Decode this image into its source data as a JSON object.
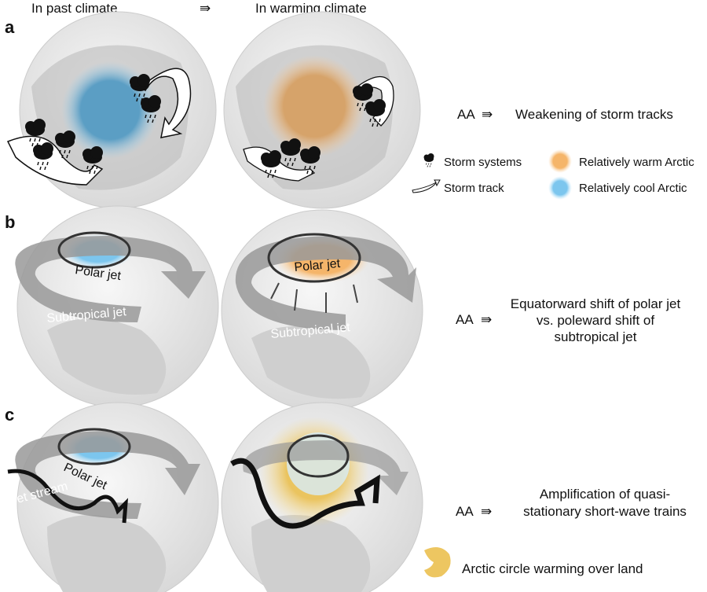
{
  "header": {
    "past": "In past climate",
    "arrow": "⇛",
    "warming": "In warming climate"
  },
  "colors": {
    "warm": "#f5b56a",
    "cool": "#8fd2f5",
    "globe": "#eeeeee",
    "land": "#c9c9c9",
    "jet": "#8a8a8a"
  },
  "panels": [
    {
      "label": "a",
      "statement": {
        "prefix": "AA",
        "arrow": "⇛",
        "text": "Weakening of storm tracks"
      },
      "legend": [
        {
          "icon": "storm-cloud-icon",
          "label": "Storm systems"
        },
        {
          "icon": "storm-track-arrow-icon",
          "label": "Storm track"
        },
        {
          "icon": "warm-arctic-swatch",
          "label": "Relatively warm Arctic"
        },
        {
          "icon": "cool-arctic-swatch",
          "label": "Relatively cool Arctic"
        }
      ]
    },
    {
      "label": "b",
      "polar_jet": "Polar jet",
      "subtropical_jet": "Subtropical jet",
      "statement": {
        "prefix": "AA",
        "arrow": "⇛",
        "lines": [
          "Equatorward shift of polar jet",
          "vs. poleward shift of",
          "subtropical jet"
        ]
      }
    },
    {
      "label": "c",
      "polar_jet": "Polar jet",
      "jet_stream": "Jet stream",
      "statement": {
        "prefix": "AA",
        "arrow": "⇛",
        "lines": [
          "Amplification of quasi-",
          "stationary short-wave trains"
        ]
      },
      "legend": [
        {
          "icon": "land-warming-icon",
          "label": "Arctic circle warming over land"
        }
      ]
    }
  ]
}
